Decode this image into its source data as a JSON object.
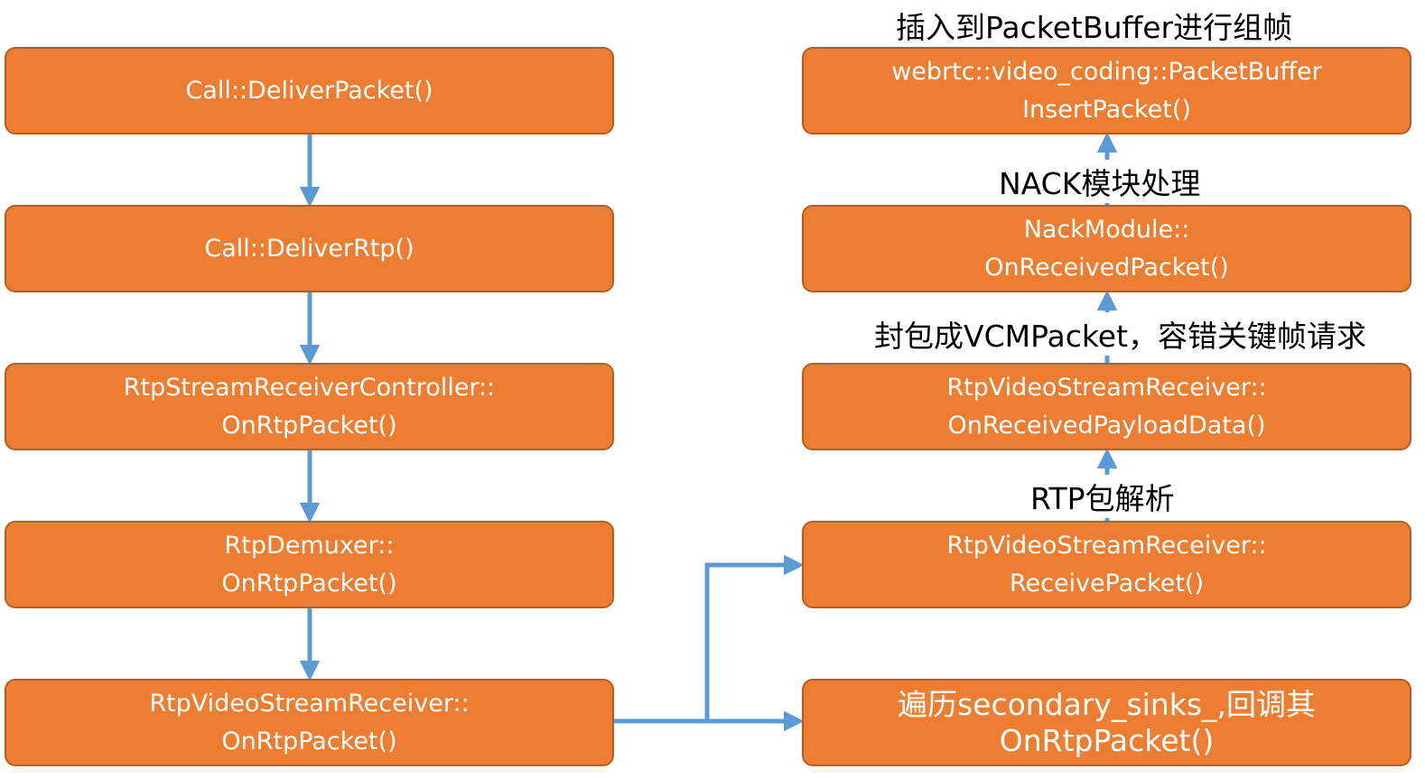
{
  "colors": {
    "box_fill": "#ED7D31",
    "box_border": "#B85C22",
    "arrow": "#5B9BD5",
    "box_text": "#FFFFFF"
  },
  "left_column": [
    {
      "line1": "Call::DeliverPacket()",
      "line2": ""
    },
    {
      "line1": "Call::DeliverRtp()",
      "line2": ""
    },
    {
      "line1": "RtpStreamReceiverController::",
      "line2": "OnRtpPacket()"
    },
    {
      "line1": "RtpDemuxer::",
      "line2": "OnRtpPacket()"
    },
    {
      "line1": "RtpVideoStreamReceiver::",
      "line2": "OnRtpPacket()"
    }
  ],
  "right_column": [
    {
      "line1": "webrtc::video_coding::PacketBuffer",
      "line2": "InsertPacket()"
    },
    {
      "line1": "NackModule::",
      "line2": "OnReceivedPacket()"
    },
    {
      "line1": "RtpVideoStreamReceiver::",
      "line2": "OnReceivedPayloadData()"
    },
    {
      "line1": "RtpVideoStreamReceiver::",
      "line2": "ReceivePacket()"
    },
    {
      "line1": "遍历secondary_sinks_,回调其",
      "line2": "OnRtpPacket()"
    }
  ],
  "step_labels": {
    "insert": "插入到PacketBuffer进行组帧",
    "nack": "NACK模块处理",
    "vcm": "封包成VCMPacket，容错关键帧请求",
    "rtp_parse": "RTP包解析"
  }
}
